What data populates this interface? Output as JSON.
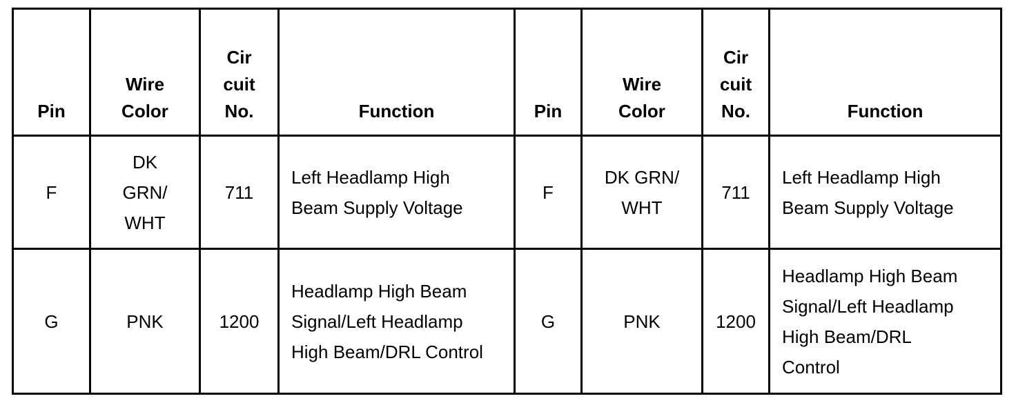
{
  "table": {
    "headers": {
      "pin": "Pin",
      "wire_color_line1": "Wire",
      "wire_color_line2": "Color",
      "circuit_line1": "Cir",
      "circuit_line2": "cuit",
      "circuit_line3": "No.",
      "function": "Function"
    },
    "rows": [
      {
        "left": {
          "pin": "F",
          "wire_color_line1": "DK",
          "wire_color_line2": "GRN/",
          "wire_color_line3": "WHT",
          "circuit": "711",
          "function": "Left Headlamp High Beam Supply Voltage"
        },
        "right": {
          "pin": "F",
          "wire_color_line1": "DK GRN/",
          "wire_color_line2": "WHT",
          "circuit": "711",
          "function": "Left Headlamp High Beam Supply Voltage"
        }
      },
      {
        "left": {
          "pin": "G",
          "wire_color": "PNK",
          "circuit": "1200",
          "function": "Headlamp High Beam Signal/Left Headlamp High Beam/DRL Control"
        },
        "right": {
          "pin": "G",
          "wire_color": "PNK",
          "circuit": "1200",
          "function": "Headlamp High Beam Signal/Left Headlamp High Beam/DRL Control"
        }
      }
    ]
  }
}
